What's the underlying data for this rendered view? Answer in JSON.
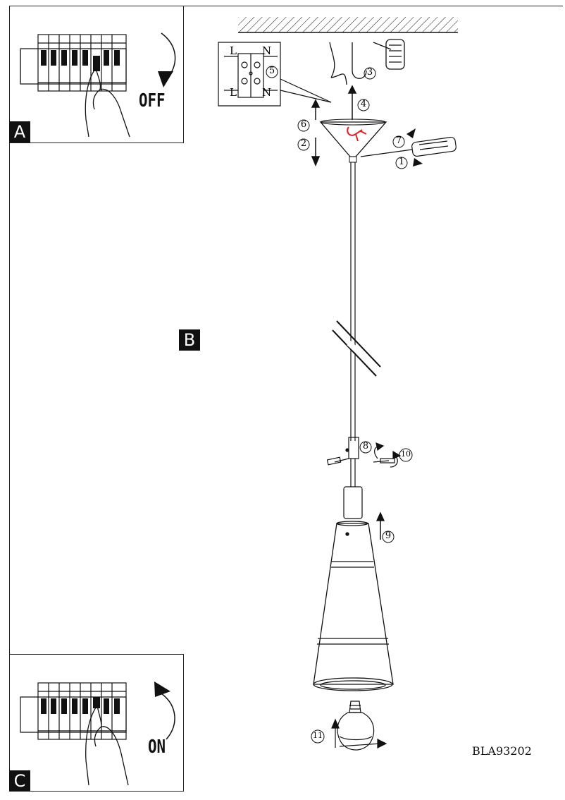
{
  "panels": {
    "a": {
      "label": "A",
      "switch_state": "OFF"
    },
    "b": {
      "label": "B"
    },
    "c": {
      "label": "C",
      "switch_state": "ON"
    }
  },
  "terminal_labels": {
    "live_top": "L",
    "neutral_top": "N",
    "live_bottom": "L",
    "neutral_bottom": "N"
  },
  "steps": [
    "1",
    "2",
    "3",
    "4",
    "5",
    "6",
    "7",
    "8",
    "9",
    "10",
    "11"
  ],
  "model_code": "BLA93202",
  "colors": {
    "line": "#111111",
    "highlight": "#e02020"
  }
}
